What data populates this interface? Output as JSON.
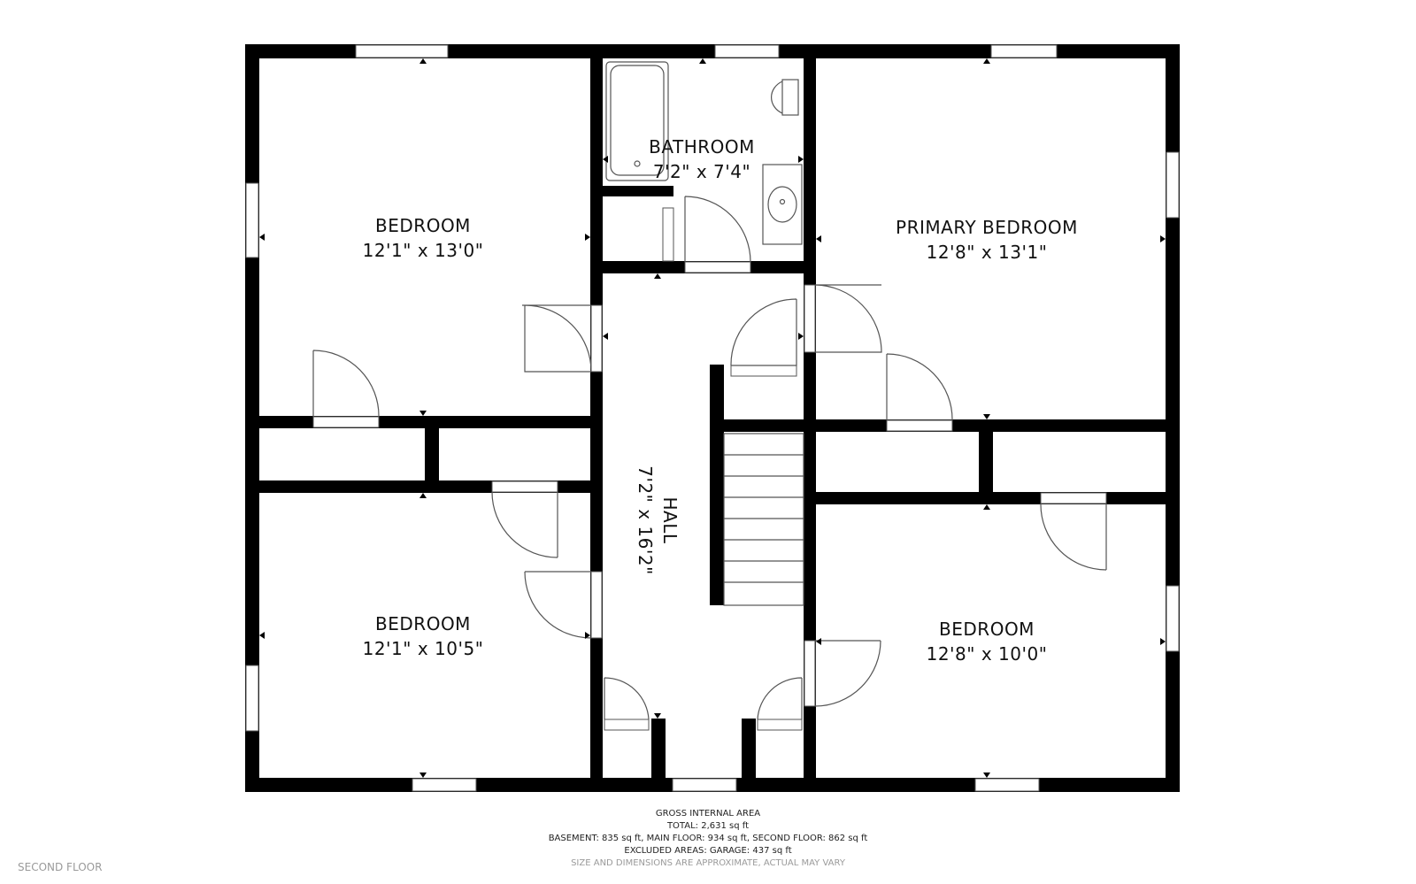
{
  "rooms": {
    "bedroom_nw": {
      "name": "BEDROOM",
      "dims": "12'1\" x 13'0\""
    },
    "bathroom": {
      "name": "BATHROOM",
      "dims": "7'2\" x 7'4\""
    },
    "primary_bedroom": {
      "name": "PRIMARY BEDROOM",
      "dims": "12'8\" x 13'1\""
    },
    "hall": {
      "name": "HALL",
      "dims": "7'2\" x 16'2\""
    },
    "bedroom_sw": {
      "name": "BEDROOM",
      "dims": "12'1\" x 10'5\""
    },
    "bedroom_se": {
      "name": "BEDROOM",
      "dims": "12'8\" x 10'0\""
    }
  },
  "footer": {
    "title": "GROSS INTERNAL AREA",
    "total": "TOTAL: 2,631 sq ft",
    "floors": "BASEMENT: 835 sq ft, MAIN FLOOR: 934 sq ft, SECOND FLOOR: 862 sq ft",
    "excluded": "EXCLUDED AREAS: GARAGE: 437 sq ft",
    "disclaimer": "SIZE AND DIMENSIONS ARE APPROXIMATE, ACTUAL MAY VARY"
  },
  "floor_label": "SECOND FLOOR",
  "colors": {
    "wall": "#000000",
    "line": "#555555",
    "muted": "#9a9a9a"
  }
}
